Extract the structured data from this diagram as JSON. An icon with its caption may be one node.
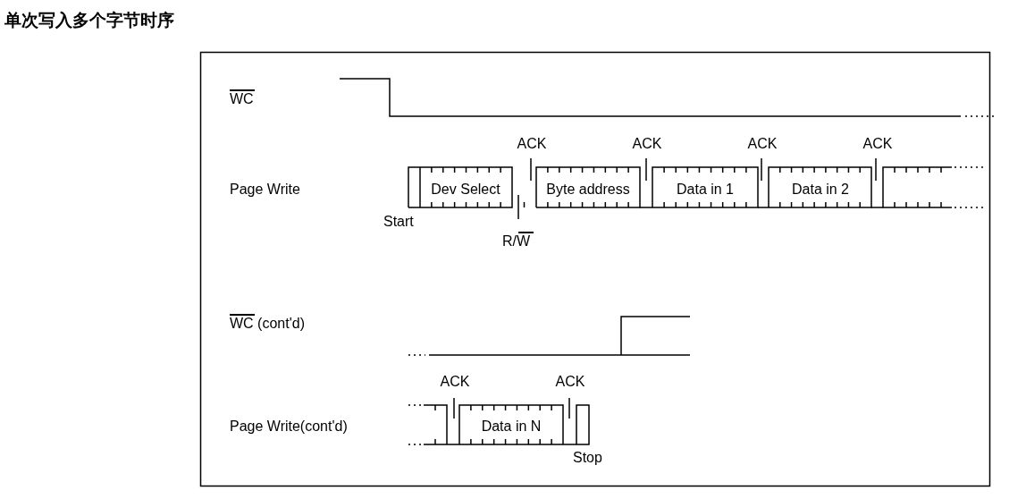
{
  "diagram": {
    "title": "单次写入多个字节时序",
    "nodes": [
      {
        "text": [
          "Dev Select"
        ]
      },
      {
        "text": [
          "Byte address"
        ]
      },
      {
        "text": [
          "Data in 1"
        ]
      },
      {
        "text": [
          "Data in 2"
        ]
      },
      {
        "text": [
          "Data in N"
        ]
      }
    ],
    "edges": [],
    "labels": [
      "WC",
      "ACK",
      "ACK",
      "ACK",
      "ACK",
      "Page Write",
      "Start",
      "R/W",
      "WC (cont'd)",
      "ACK",
      "ACK",
      "Page Write(cont'd)",
      "Stop"
    ]
  }
}
